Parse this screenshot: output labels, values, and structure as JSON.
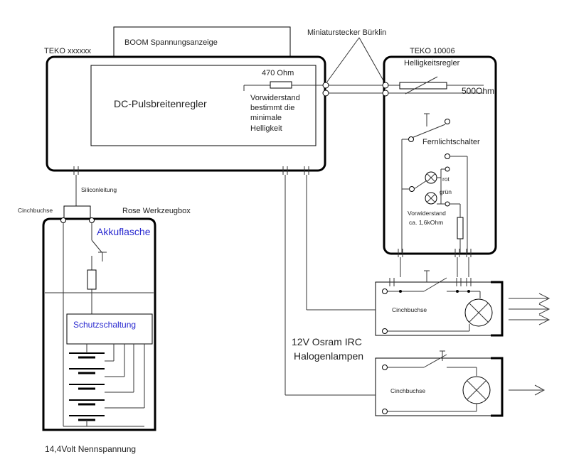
{
  "labels": {
    "boom": "BOOM Spannungsanzeige",
    "teko_main": "TEKO  xxxxxx",
    "miniatur": "Miniaturstecker Bürklin",
    "teko_10006": "TEKO 10006",
    "helligkeitsregler": "Helligkeitsregler",
    "ohm_500": "500Ohm",
    "ohm_470": "470 Ohm",
    "vorwiderstand_1": "Vorwiderstand",
    "vorwiderstand_2": "bestimmt die",
    "vorwiderstand_3": "minimale",
    "vorwiderstand_4": "Helligkeit",
    "dc_regler": "DC-Pulsbreitenregler",
    "fernlicht": "Fernlichtschalter",
    "rot": "rot",
    "gruen": "grün",
    "vorwid_led_1": "Vorwiderstand",
    "vorwid_led_2": "ca. 1,6kOhm",
    "siliconleitung": "Siliconleitung",
    "cinch_left": "Cinchbuchse",
    "rose": "Rose Werkzeugbox",
    "akkuflasche": "Akkuflasche",
    "schutzschaltung": "Schutzschaltung",
    "cinch_1": "Cinchbuchse",
    "cinch_2": "Cinchbuchse",
    "halogen_1": "12V Osram IRC",
    "halogen_2": "Halogenlampen",
    "nennspannung": "14,4Volt Nennspannung"
  },
  "colors": {
    "accent_text": "#2a2ad0",
    "line": "#333333",
    "background": "#ffffff"
  }
}
